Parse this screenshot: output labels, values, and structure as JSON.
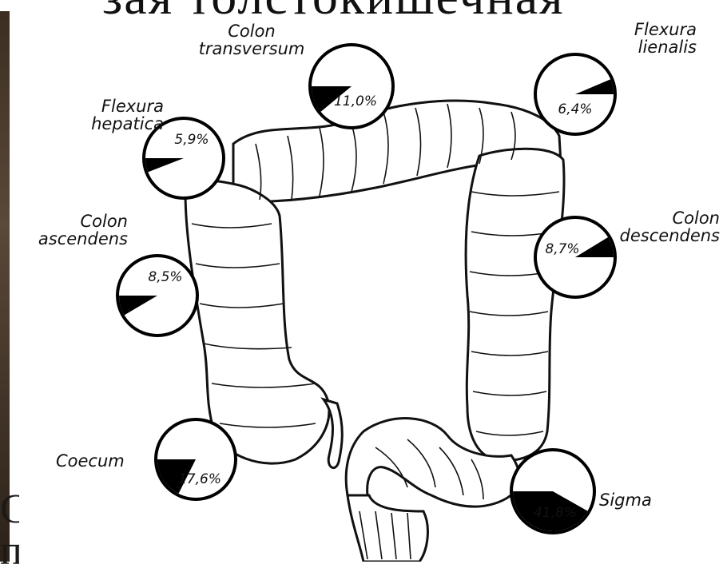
{
  "title_fragment": "зая толстокишечная",
  "side_fragments": [
    "С",
    "п"
  ],
  "chart_data": {
    "type": "pie",
    "description_type": "anatomical diagram with pie markers",
    "segments": [
      {
        "name": "Colon transversum",
        "label_lines": [
          "Colon",
          "transversum"
        ],
        "value": 11.0,
        "value_label": "11,0%"
      },
      {
        "name": "Flexura lienalis",
        "label_lines": [
          "Flexura",
          "lienalis"
        ],
        "value": 6.4,
        "value_label": "6,4%"
      },
      {
        "name": "Flexura hepatica",
        "label_lines": [
          "Flexura",
          "hepatica"
        ],
        "value": 5.9,
        "value_label": "5,9%"
      },
      {
        "name": "Colon ascendens",
        "label_lines": [
          "Colon",
          "ascendens"
        ],
        "value": 8.5,
        "value_label": "8,5%"
      },
      {
        "name": "Colon descendens",
        "label_lines": [
          "Colon",
          "descendens"
        ],
        "value": 8.7,
        "value_label": "8,7%"
      },
      {
        "name": "Coecum",
        "label_lines": [
          "Coecum"
        ],
        "value": 17.6,
        "value_label": "17,6%"
      },
      {
        "name": "Sigma",
        "label_lines": [
          "Sigma"
        ],
        "value": 41.8,
        "value_label": "41,8%"
      }
    ],
    "colors": {
      "fill": "#000000",
      "background": "#ffffff",
      "outline": "#000000"
    }
  }
}
